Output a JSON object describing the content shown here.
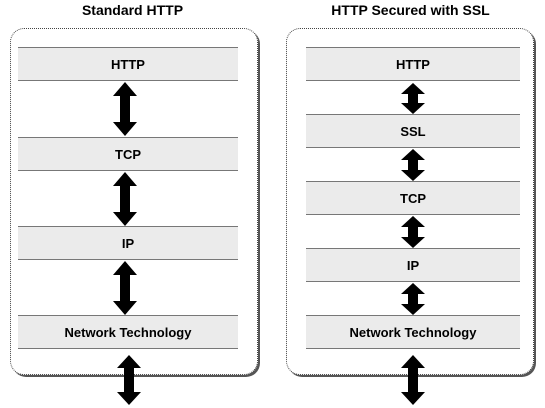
{
  "diagrams": [
    {
      "title": "Standard HTTP",
      "layers": [
        "HTTP",
        "TCP",
        "IP",
        "Network Technology"
      ]
    },
    {
      "title": "HTTP Secured with SSL",
      "layers": [
        "HTTP",
        "SSL",
        "TCP",
        "IP",
        "Network Technology"
      ]
    }
  ]
}
